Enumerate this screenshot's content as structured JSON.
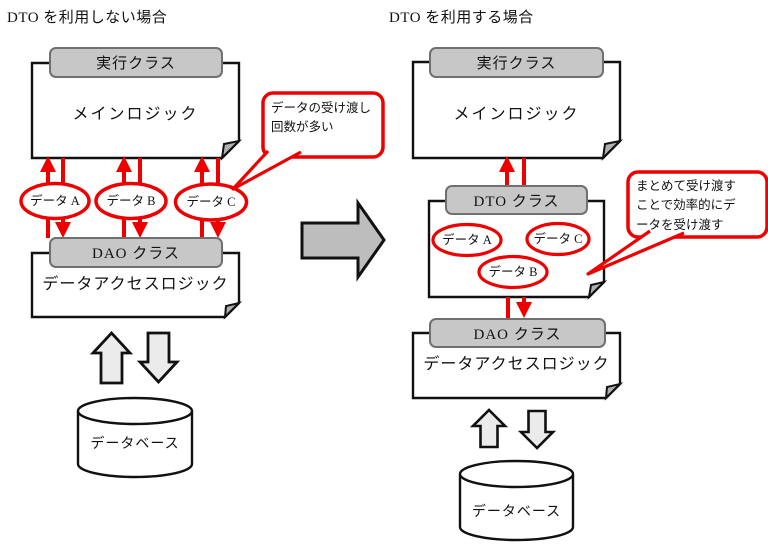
{
  "left": {
    "title": "DTO を利用しない場合",
    "exec_tab": "実行クラス",
    "main_logic": "メインロジック",
    "data_a": "データ A",
    "data_b": "データ B",
    "data_c": "データ C",
    "dao_tab": "DAO クラス",
    "data_access": "データアクセスロジック",
    "database": "データベース",
    "callout": "データの受け渡し回数が多い"
  },
  "right": {
    "title": "DTO を利用する場合",
    "exec_tab": "実行クラス",
    "dto_tab": "DTO クラス",
    "main_logic": "メインロジック",
    "data_a": "データ A",
    "data_b": "データ B",
    "data_c": "データ C",
    "dao_tab": "DAO クラス",
    "data_access": "データアクセスロジック",
    "database": "データベース",
    "callout": "まとめて受け渡すことで効率的にデータを受け渡す"
  },
  "palette": {
    "accent_red": "#ee0000",
    "tab_fill": "#c7c7c7",
    "tab_border": "#707070",
    "shape_outline": "#111111",
    "block_arrow_fill": "#ebebeb",
    "big_arrow_fill": "#bdbdbd",
    "fold_fill": "#b0b0b0"
  }
}
